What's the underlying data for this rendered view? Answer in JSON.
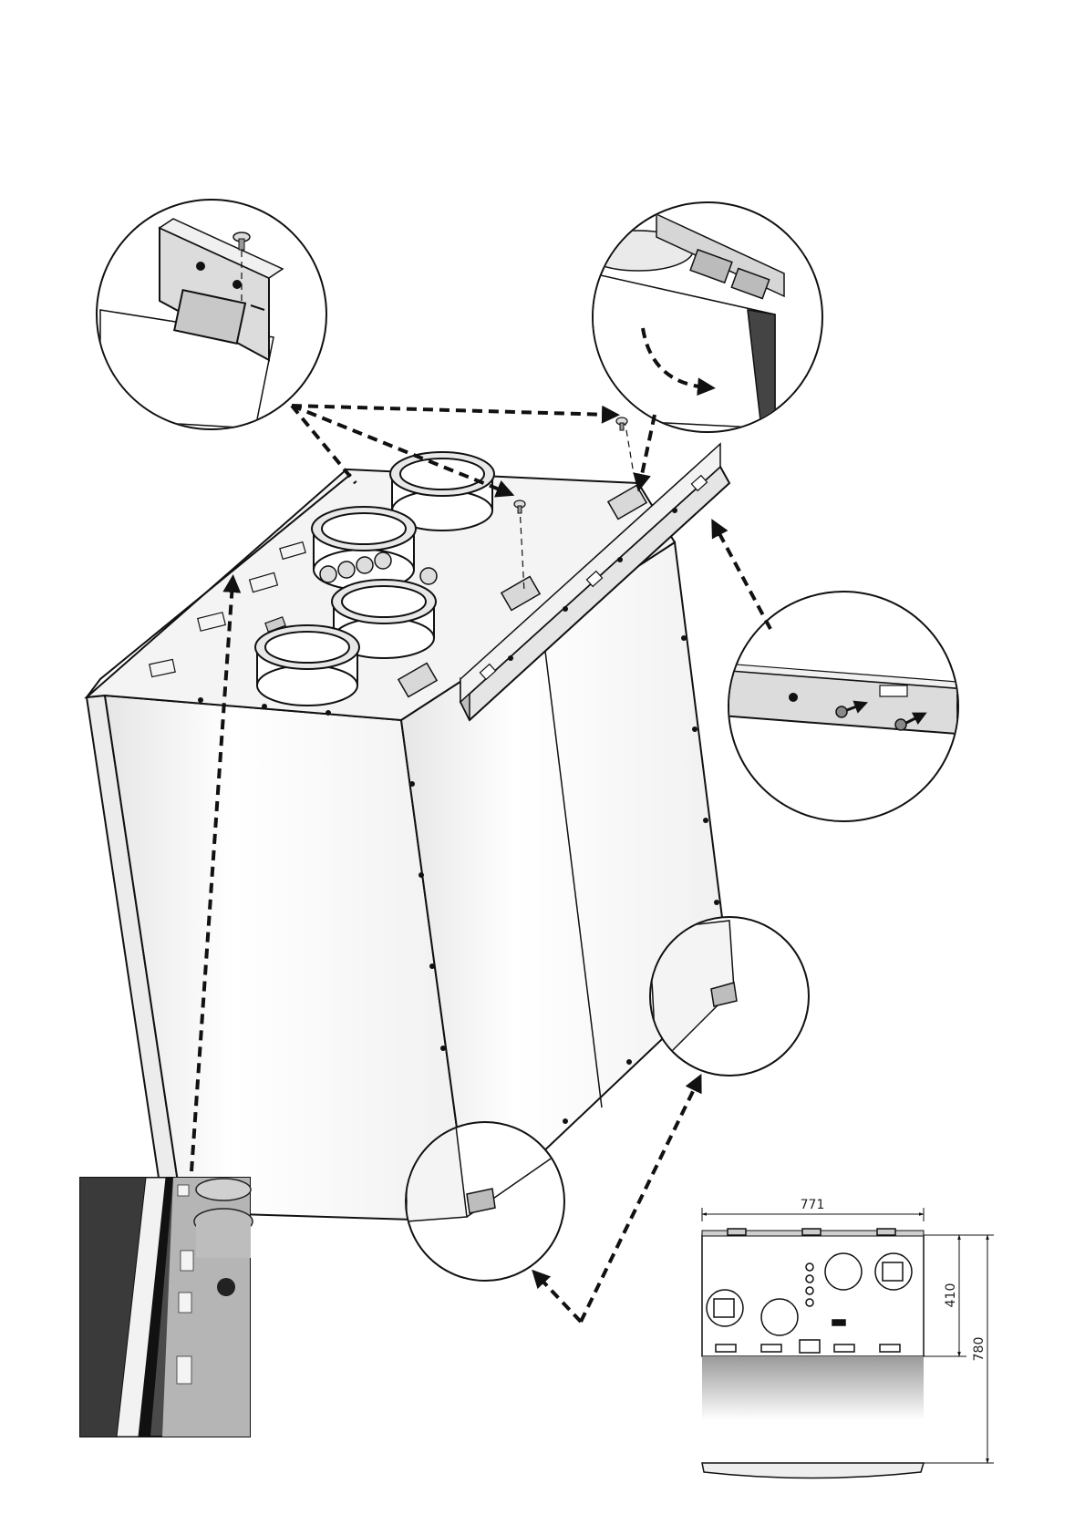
{
  "diagram": {
    "dimensions": {
      "width": "771",
      "height_upper": "410",
      "height_total": "780"
    },
    "colors": {
      "line": "#111111",
      "panel_fill": "#f7f7f7",
      "photo_dark": "#3a3a3a"
    }
  }
}
